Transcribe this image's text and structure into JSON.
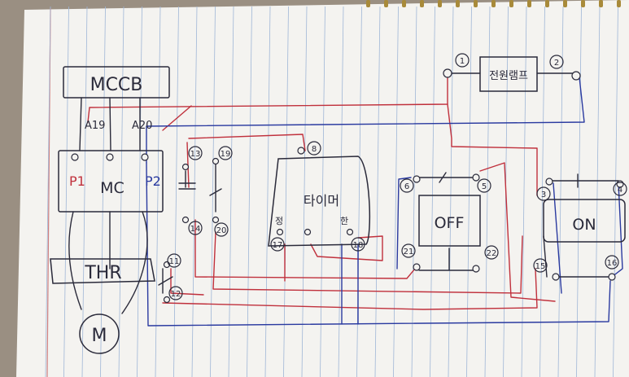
{
  "colors": {
    "paper": "#f4f3f0",
    "rule_line": "#9fb6d6",
    "margin_line": "#d08080",
    "ink": "#2a2a3a",
    "red_wire": "#c0303c",
    "blue_wire": "#2a3aa0"
  },
  "blocks": {
    "mccb": "MCCB",
    "mc": "MC",
    "thr": "THR",
    "motor": "M",
    "timer": "타이머",
    "off": "OFF",
    "on": "ON",
    "pilot": "전원램프"
  },
  "terminals": {
    "p1": "P1",
    "p2": "P2",
    "a19": "A19",
    "a20": "A20",
    "t_star": "정",
    "t_delay": "한"
  },
  "node_numbers": [
    "1",
    "2",
    "3",
    "4",
    "5",
    "6",
    "8",
    "11",
    "12",
    "13",
    "14",
    "15",
    "16",
    "17",
    "18",
    "19",
    "20",
    "21",
    "22"
  ]
}
